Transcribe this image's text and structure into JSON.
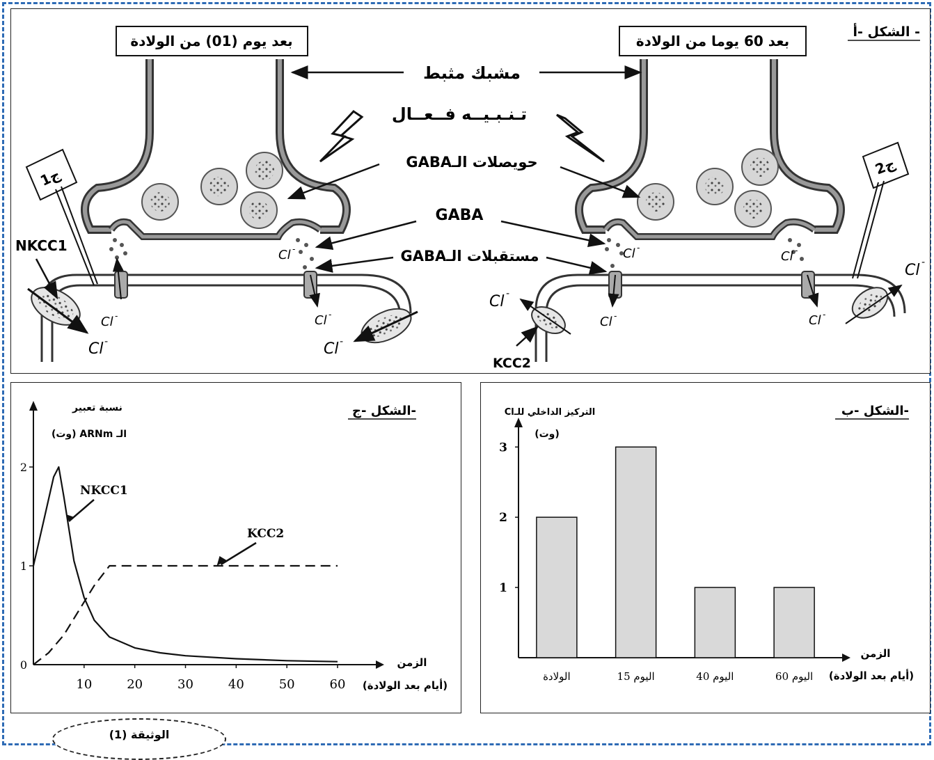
{
  "document_label": "الوثيقة (1)",
  "figure_a": {
    "title": "الشكل -أ -",
    "left_box": "بعد يوم (01) من الولادة",
    "right_box": "بعد 60 يوما من الولادة",
    "synapse_label": "مشبك مثبط",
    "stimulus_label": "تـنـبـيــه فــعــال",
    "vesicles_label": "حويصلات الـGABA",
    "gaba_label": "GABA",
    "receptors_label": "مستقبلات الـGABA",
    "nkcc1_label": "NKCC1",
    "kcc2_label": "KCC2",
    "electrode_1": "ج1",
    "electrode_2": "ج2",
    "cl": "Cl",
    "cl_sup": "-"
  },
  "figure_b": {
    "title": "الشكل -ب-",
    "ylabel_1": "التركيز الداخلي للـCl",
    "ylabel_2": "(وت)",
    "xlabel_1": "الزمن",
    "xlabel_2": "(أيام بعد الولادة)",
    "yticks": [
      "1",
      "2",
      "3"
    ],
    "chart_data": {
      "type": "bar",
      "categories": [
        "الولادة",
        "اليوم 15",
        "اليوم 40",
        "اليوم 60"
      ],
      "values": [
        2,
        3,
        1,
        1
      ],
      "ylim": [
        0,
        3.3
      ]
    },
    "bar_color": "#d9d9d9"
  },
  "figure_c": {
    "title": "الشكل -ج-",
    "ylabel_1": "نسبة تعبير",
    "ylabel_2": "الـ ARNm (وت)",
    "xlabel_1": "الزمن",
    "xlabel_2": "(أيام بعد الولادة)",
    "yticks": [
      "0",
      "1",
      "2"
    ],
    "xticks": [
      "10",
      "20",
      "30",
      "40",
      "50",
      "60"
    ],
    "chart_data": {
      "type": "line",
      "xlim": [
        0,
        60
      ],
      "ylim": [
        0,
        2.5
      ],
      "series": [
        {
          "name": "NKCC1",
          "style": "solid",
          "x": [
            0,
            2,
            4,
            5,
            6,
            8,
            10,
            12,
            15,
            20,
            25,
            30,
            40,
            50,
            60
          ],
          "y": [
            1.0,
            1.45,
            1.9,
            2.0,
            1.7,
            1.05,
            0.68,
            0.45,
            0.28,
            0.17,
            0.12,
            0.09,
            0.06,
            0.04,
            0.03
          ]
        },
        {
          "name": "KCC2",
          "style": "dashed",
          "x": [
            0,
            3,
            6,
            9,
            12,
            15,
            20,
            30,
            40,
            50,
            60
          ],
          "y": [
            0.0,
            0.12,
            0.3,
            0.55,
            0.8,
            1.0,
            1.0,
            1.0,
            1.0,
            1.0,
            1.0
          ]
        }
      ]
    }
  }
}
